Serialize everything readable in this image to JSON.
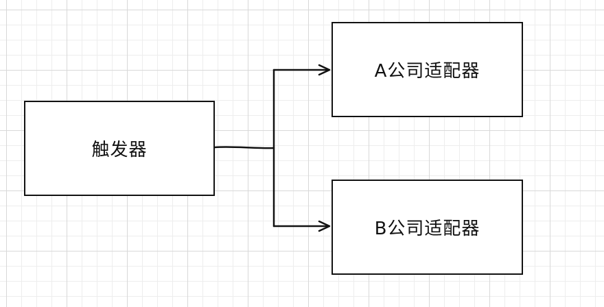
{
  "diagram": {
    "nodes": {
      "trigger": "触发器",
      "adapter_a": "A公司适配器",
      "adapter_b": "B公司适配器"
    },
    "edges": [
      {
        "from": "trigger",
        "to": "adapter_a"
      },
      {
        "from": "trigger",
        "to": "adapter_b"
      }
    ],
    "colors": {
      "stroke": "#111111",
      "fill": "#ffffff",
      "grid_minor": "#ededed",
      "grid_major": "#d8d8d8"
    }
  }
}
